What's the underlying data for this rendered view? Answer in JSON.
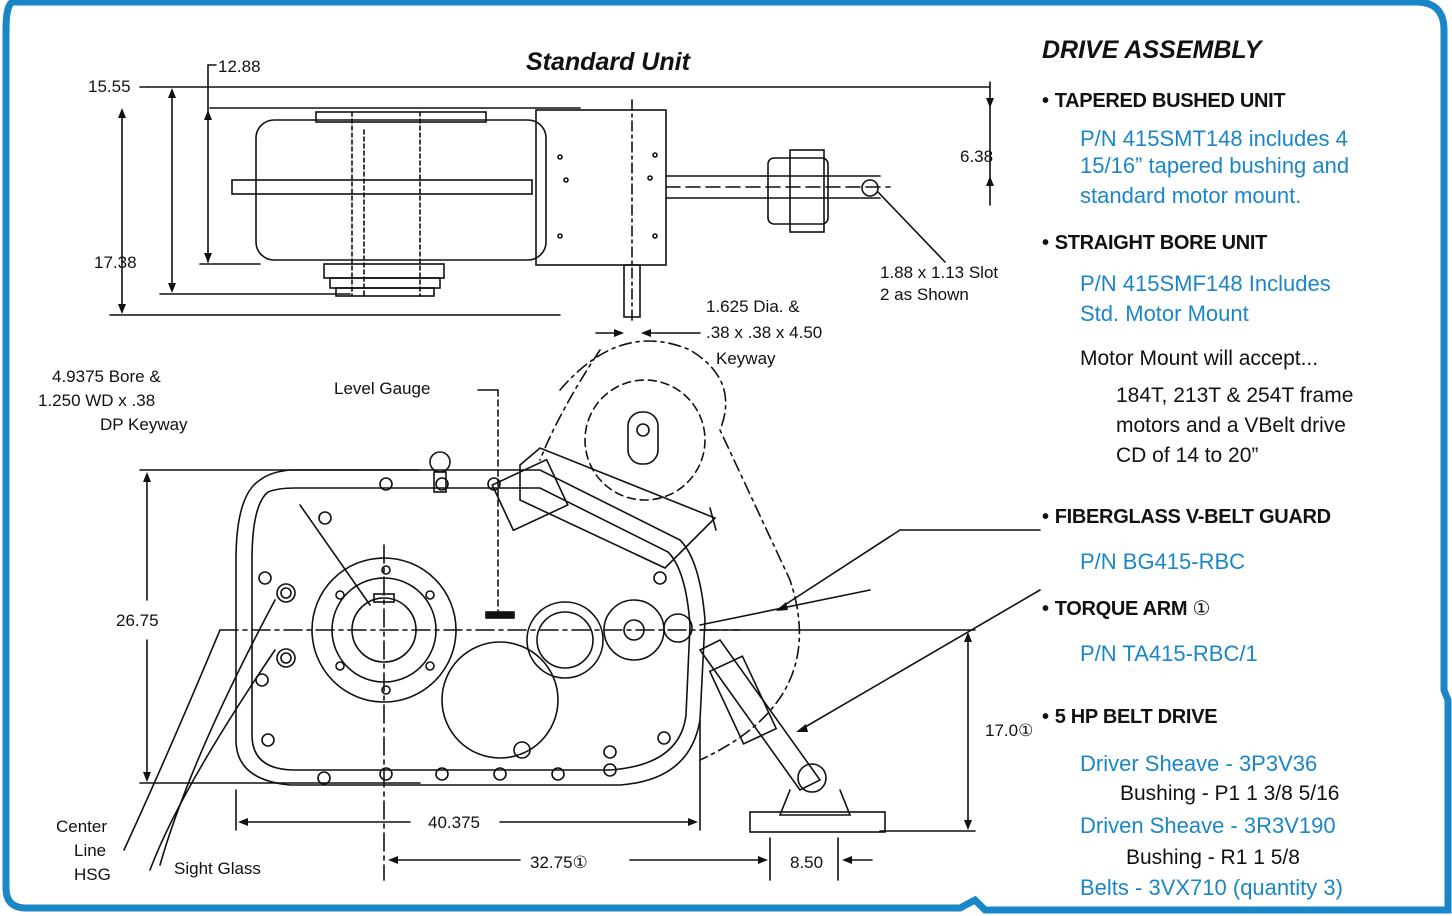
{
  "colors": {
    "frame": "#1a86c8",
    "accent_text": "#1a86c8",
    "ink": "#111111"
  },
  "drawing": {
    "caption": "Standard Unit",
    "dims": {
      "d1555": "15.55",
      "d1288": "12.88",
      "d1738": "17.38",
      "d638": "6.38",
      "slot": "1.88 x 1.13 Slot",
      "slot_note": "2 as Shown",
      "shaft_line1": "1.625 Dia. &",
      "shaft_line2": ".38 x .38 x 4.50",
      "shaft_line3": "Keyway",
      "bore_line1": "4.9375 Bore &",
      "bore_line2": "1.250 WD x .38",
      "bore_line3": "DP Keyway",
      "level_gauge": "Level Gauge",
      "d2675": "26.75",
      "d1700": "17.0",
      "d40375": "40.375",
      "d3275": "32.75",
      "d850": "8.50",
      "center_line1": "Center",
      "center_line2": "Line",
      "center_line3": "HSG",
      "sight_glass": "Sight Glass",
      "note_mark": "①"
    }
  },
  "panel": {
    "title": "DRIVE ASSEMBLY",
    "bullet": "•",
    "tapered": {
      "heading": "TAPERED BUSHED UNIT",
      "line1": "P/N 415SMT148 includes 4",
      "line2": "15/16” tapered bushing and",
      "line3": "standard motor mount."
    },
    "straight": {
      "heading": "STRAIGHT BORE UNIT",
      "line1": "P/N 415SMF148 Includes",
      "line2": "Std. Motor Mount",
      "mm1": "Motor Mount will accept...",
      "mm2": "184T, 213T & 254T frame",
      "mm3": "motors and a VBelt drive",
      "mm4": "CD of 14 to 20”"
    },
    "guard": {
      "heading": "FIBERGLASS V-BELT GUARD",
      "pn": "P/N BG415-RBC"
    },
    "torque": {
      "heading": "TORQUE ARM",
      "mark": "①",
      "pn": "P/N TA415-RBC/1"
    },
    "belt": {
      "heading": "5 HP BELT DRIVE",
      "driver": "Driver Sheave - 3P3V36",
      "driver_bushing": "Bushing - P1 1 3/8 5/16",
      "driven": "Driven Sheave - 3R3V190",
      "driven_bushing": "Bushing - R1 1 5/8",
      "belts": "Belts - 3VX710 (quantity 3)"
    }
  }
}
